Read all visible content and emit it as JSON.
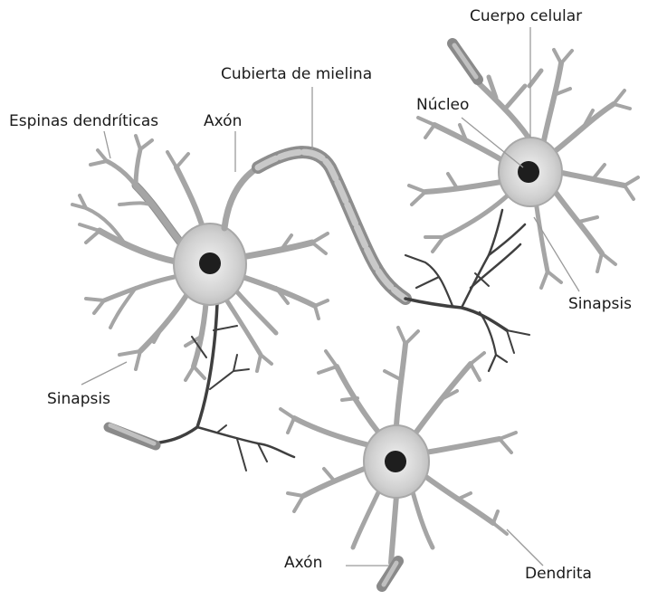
{
  "labels": {
    "cuerpo_celular": "Cuerpo celular",
    "cubierta_mielina": "Cubierta de mielina",
    "espinas": "Espinas dendríticas",
    "axon_top": "Axón",
    "nucleo": "Núcleo",
    "sinapsis_right": "Sinapsis",
    "sinapsis_left": "Sinapsis",
    "axon_bottom": "Axón",
    "dendrita": "Dendrita"
  },
  "colors": {
    "cell_body": "#cfcfcf",
    "dendrite": "#a5a5a5",
    "axon_terminal": "#3f3f3f",
    "myelin": "#9c9c9c",
    "nucleus": "#1e1e1e"
  }
}
